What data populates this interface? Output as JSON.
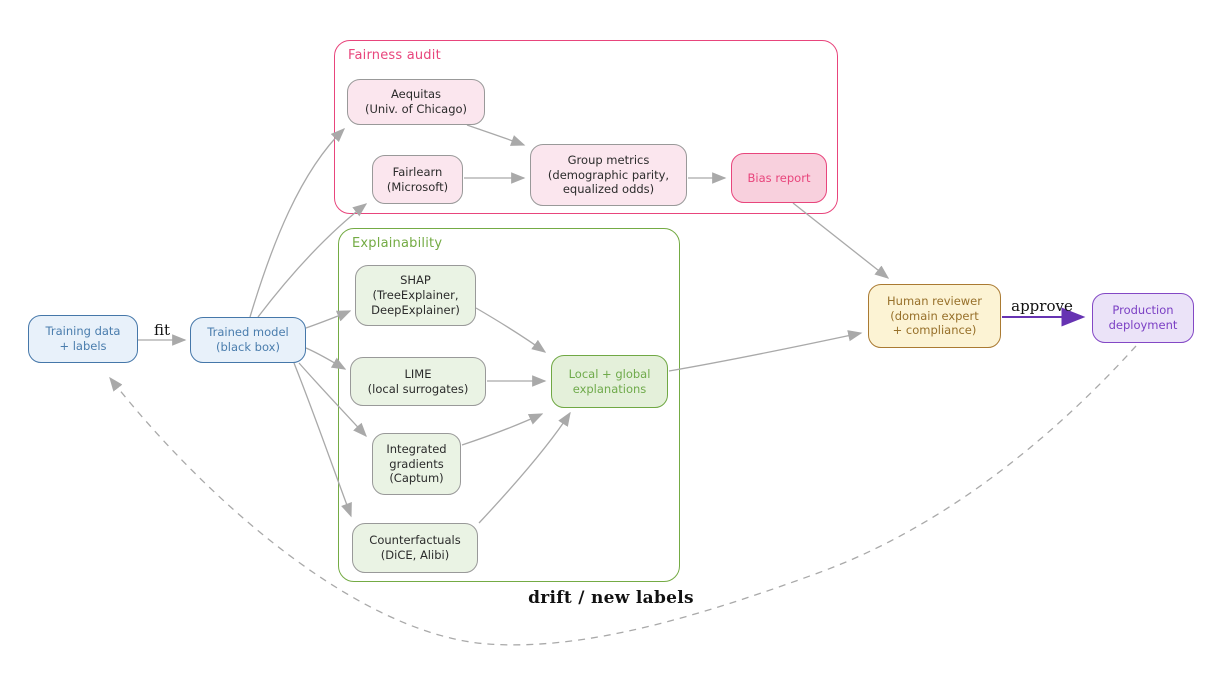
{
  "diagram": {
    "groups": {
      "fairness": {
        "title": "Fairness audit",
        "color": "#e8457c"
      },
      "explainability": {
        "title": "Explainability",
        "color": "#74ab44"
      }
    },
    "nodes": {
      "training_data": {
        "label": "Training data\n+ labels",
        "color": "blue"
      },
      "trained_model": {
        "label": "Trained model\n(black box)",
        "color": "blue"
      },
      "aequitas": {
        "label": "Aequitas\n(Univ. of Chicago)",
        "color": "pink",
        "group": "fairness"
      },
      "fairlearn": {
        "label": "Fairlearn\n(Microsoft)",
        "color": "pink",
        "group": "fairness"
      },
      "group_metrics": {
        "label": "Group metrics\n(demographic parity,\nequalized odds)",
        "color": "pink",
        "group": "fairness"
      },
      "bias_report": {
        "label": "Bias report",
        "color": "pink-highlight",
        "group": "fairness"
      },
      "shap": {
        "label": "SHAP\n(TreeExplainer,\nDeepExplainer)",
        "color": "green",
        "group": "explainability"
      },
      "lime": {
        "label": "LIME\n(local surrogates)",
        "color": "green",
        "group": "explainability"
      },
      "local_global": {
        "label": "Local + global\nexplanations",
        "color": "green-highlight",
        "group": "explainability"
      },
      "integrated_gradients": {
        "label": "Integrated\ngradients\n(Captum)",
        "color": "green",
        "group": "explainability"
      },
      "counterfactuals": {
        "label": "Counterfactuals\n(DiCE, Alibi)",
        "color": "green",
        "group": "explainability"
      },
      "human_reviewer": {
        "label": "Human reviewer\n(domain expert\n+ compliance)",
        "color": "tan"
      },
      "production": {
        "label": "Production\ndeployment",
        "color": "purple"
      }
    },
    "edge_labels": {
      "fit": "fit",
      "approve": "approve",
      "drift": "drift / new labels"
    },
    "edges": [
      {
        "from": "training_data",
        "to": "trained_model",
        "label": "fit",
        "style": "solid"
      },
      {
        "from": "trained_model",
        "to": "aequitas",
        "style": "solid"
      },
      {
        "from": "trained_model",
        "to": "fairlearn",
        "style": "solid"
      },
      {
        "from": "trained_model",
        "to": "shap",
        "style": "solid"
      },
      {
        "from": "trained_model",
        "to": "lime",
        "style": "solid"
      },
      {
        "from": "trained_model",
        "to": "integrated_gradients",
        "style": "solid"
      },
      {
        "from": "trained_model",
        "to": "counterfactuals",
        "style": "solid"
      },
      {
        "from": "aequitas",
        "to": "group_metrics",
        "style": "solid"
      },
      {
        "from": "fairlearn",
        "to": "group_metrics",
        "style": "solid"
      },
      {
        "from": "group_metrics",
        "to": "bias_report",
        "style": "solid"
      },
      {
        "from": "bias_report",
        "to": "human_reviewer",
        "style": "solid"
      },
      {
        "from": "shap",
        "to": "local_global",
        "style": "solid"
      },
      {
        "from": "lime",
        "to": "local_global",
        "style": "solid"
      },
      {
        "from": "integrated_gradients",
        "to": "local_global",
        "style": "solid"
      },
      {
        "from": "counterfactuals",
        "to": "local_global",
        "style": "solid"
      },
      {
        "from": "local_global",
        "to": "human_reviewer",
        "style": "solid"
      },
      {
        "from": "human_reviewer",
        "to": "production",
        "label": "approve",
        "style": "solid-purple"
      },
      {
        "from": "production",
        "to": "training_data",
        "label": "drift / new labels",
        "style": "dashed"
      }
    ],
    "colors": {
      "edge_gray": "#a9a9a9",
      "edge_purple": "#6633b2",
      "fairness_accent": "#e8457c",
      "explainability_accent": "#74ab44",
      "blue_text": "#4a7dad",
      "tan_text": "#97702a",
      "purple_text": "#7b40c4"
    }
  }
}
